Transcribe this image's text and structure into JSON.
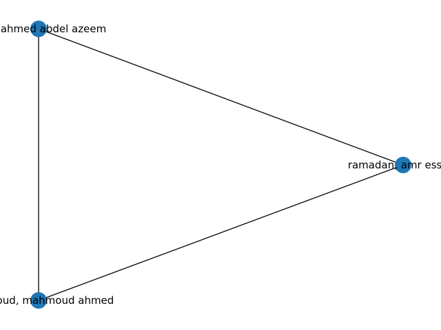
{
  "graph": {
    "node_color": "#1f77b4",
    "edge_color": "#000000",
    "nodes": [
      {
        "id": "n1",
        "label": "rania ahmed abdel azeem"
      },
      {
        "id": "n2",
        "label": "ramadan, amr essam"
      },
      {
        "id": "n3",
        "label": "mahmoud, mahmoud ahmed"
      }
    ],
    "edges": [
      {
        "source": "n1",
        "target": "n2"
      },
      {
        "source": "n1",
        "target": "n3"
      },
      {
        "source": "n3",
        "target": "n2"
      }
    ]
  }
}
